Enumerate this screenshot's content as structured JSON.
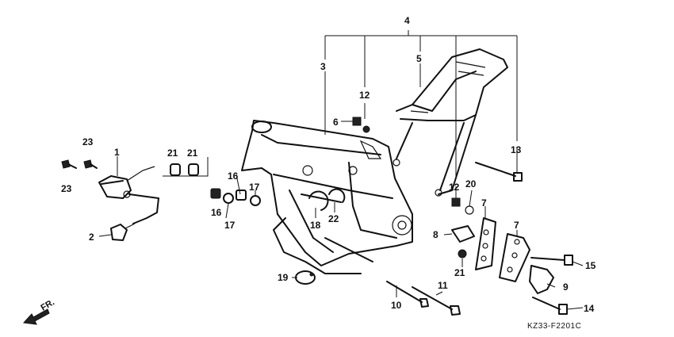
{
  "diagram": {
    "reference_code": "KZ33-F2201C",
    "direction_label": "FR.",
    "callouts": {
      "c1": "1",
      "c2": "2",
      "c3": "3",
      "c4": "4",
      "c5": "5",
      "c6": "6",
      "c7a": "7",
      "c7b": "7",
      "c8": "8",
      "c9": "9",
      "c10": "10",
      "c11": "11",
      "c12a": "12",
      "c12b": "12",
      "c13": "13",
      "c14": "14",
      "c15": "15",
      "c16a": "16",
      "c16b": "16",
      "c17a": "17",
      "c17b": "17",
      "c18": "18",
      "c19": "19",
      "c20": "20",
      "c21a": "21",
      "c21b": "21",
      "c21c": "21",
      "c22": "22",
      "c23a": "23",
      "c23b": "23"
    }
  }
}
